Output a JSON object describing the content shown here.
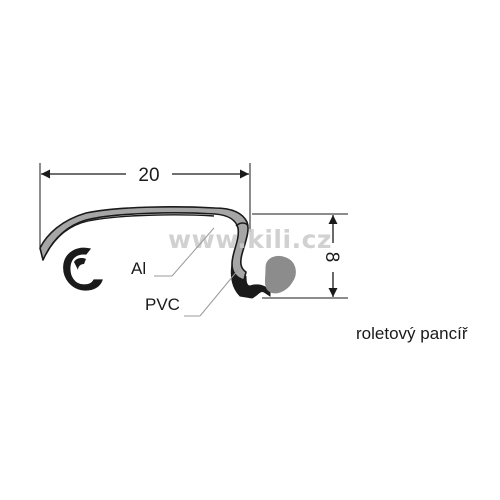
{
  "dimensions": {
    "width": "20",
    "height": "8"
  },
  "labels": {
    "al": "Al",
    "pvc": "PVC"
  },
  "watermark": "www.kili.cz",
  "caption": "roletový pancíř",
  "colors": {
    "profile_fill": "#a6a6a6",
    "profile_outline": "#1a1a1a",
    "dimension_line": "#1a1a1a",
    "leader_line": "#9a9a9a",
    "watermark": "#c9c9c9"
  }
}
